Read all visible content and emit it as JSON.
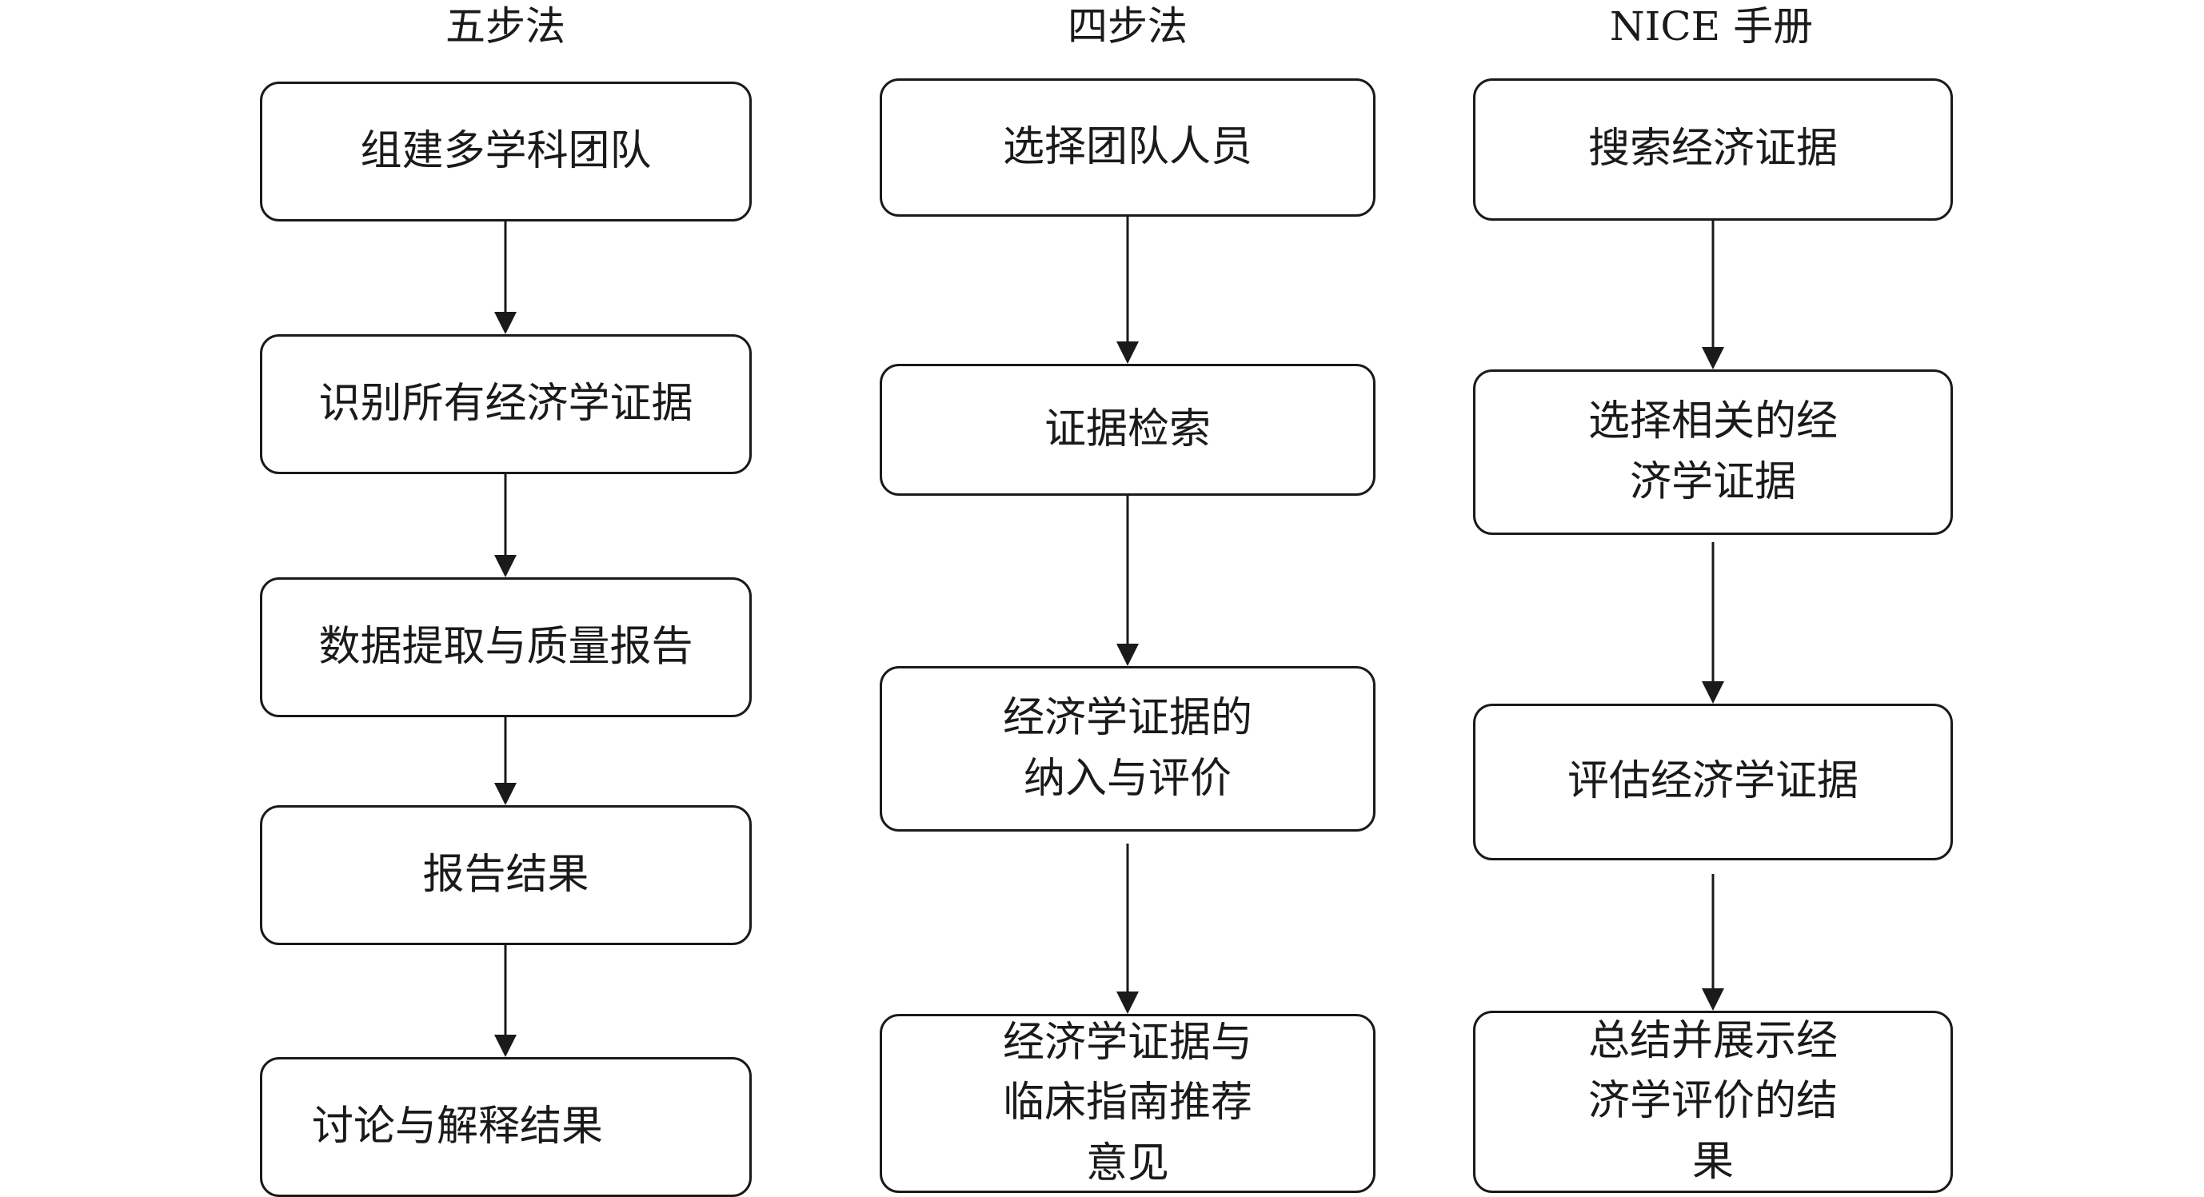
{
  "columns": [
    {
      "title": "五步法",
      "steps": [
        "组建多学科团队",
        "识别所有经济学证据",
        "数据提取与质量报告",
        "报告结果",
        "讨论与解释结果"
      ]
    },
    {
      "title": "四步法",
      "steps": [
        "选择团队人员",
        "证据检索",
        "经济学证据的纳入与评价",
        "经济学证据与临床指南推荐意见"
      ]
    },
    {
      "title": "NICE 手册",
      "steps": [
        "搜索经济证据",
        "选择相关的经济学证据",
        "评估经济学证据",
        "总结并展示经济学评价的结果"
      ]
    }
  ]
}
